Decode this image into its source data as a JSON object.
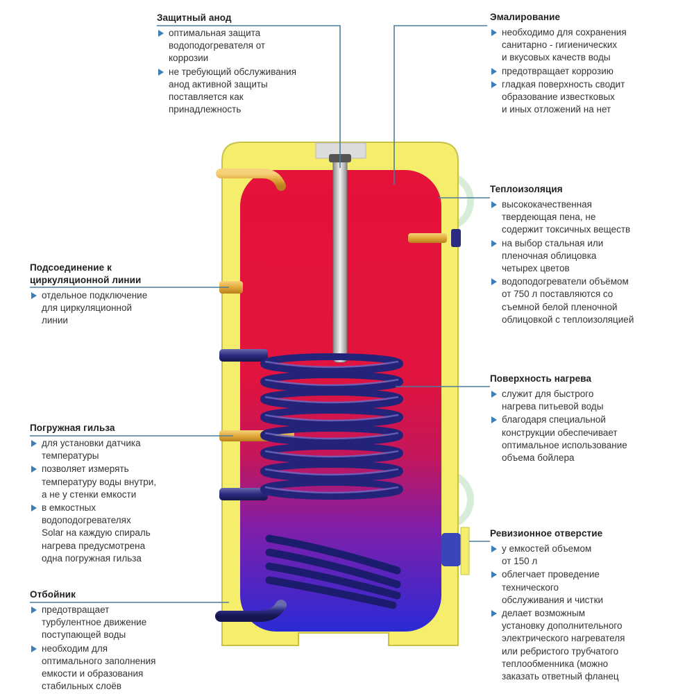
{
  "callouts": {
    "anode": {
      "title": "Защитный анод",
      "items": [
        "оптимальная защита\nводоподогревателя от\nкоррозии",
        "не требующий обслуживания\nанод активной защиты\nпоставляется как\nпринадлежность"
      ]
    },
    "enamel": {
      "title": "Эмалирование",
      "items": [
        "необходимо для сохранения\nсанитарно - гигиенических\nи вкусовых качеств воды",
        "предотвращает коррозию",
        "гладкая поверхность сводит\nобразование известковых\nи иных отложений на нет"
      ]
    },
    "insulation": {
      "title": "Теплоизоляция",
      "items": [
        "высококачественная\nтвердеющая пена, не\nсодержит токсичных веществ",
        "на выбор стальная или\nпленочная облицовка\nчетырех цветов",
        "водоподогреватели объёмом\nот 750 л поставляются со\nсъемной белой пленочной\nоблицовкой с теплоизоляцией"
      ]
    },
    "circulation": {
      "title": "Подсоединение к\nциркуляционной линии",
      "items": [
        "отдельное подключение\nдля циркуляционной\nлинии"
      ]
    },
    "heating_surface": {
      "title": "Поверхность нагрева",
      "items": [
        "служит для быстрого\nнагрева питьевой воды",
        "благодаря специальной\nконструкции обеспечивает\nоптимальное использование\nобъема бойлера"
      ]
    },
    "sensor_sleeve": {
      "title": "Погружная гильза",
      "items": [
        "для установки датчика\nтемпературы",
        "позволяет измерять\nтемпературу воды внутри,\nа не у стенки емкости",
        "в емкостных\nводоподогревателях\nSolar на каждую спираль\nнагрева предусмотрена\nодна погружная гильза"
      ]
    },
    "inspection_opening": {
      "title": "Ревизионное отверстие",
      "items": [
        "у емкостей объемом\nот 150 л",
        "облегчает проведение\nтехнического\nобслуживания и чистки",
        "делает возможным\nустановку дополнительного\nэлектрического нагревателя\nили ребристого трубчатого\nтеплообменника (можно\nзаказать ответный фланец"
      ]
    },
    "baffle": {
      "title": "Отбойник",
      "items": [
        "предотвращает\nтурбулентное движение\nпоступающей воды",
        "необходим для\nоптимального заполнения\nемкости и образования\nстабильных слоёв"
      ]
    }
  },
  "colors": {
    "insulation": "#f4ee6c",
    "tank_hot": "#e3123c",
    "tank_cold": "#2b2ad6",
    "coil": "#26247e",
    "bullet": "#3a7db8",
    "leader_line": "#4a7d9c"
  }
}
